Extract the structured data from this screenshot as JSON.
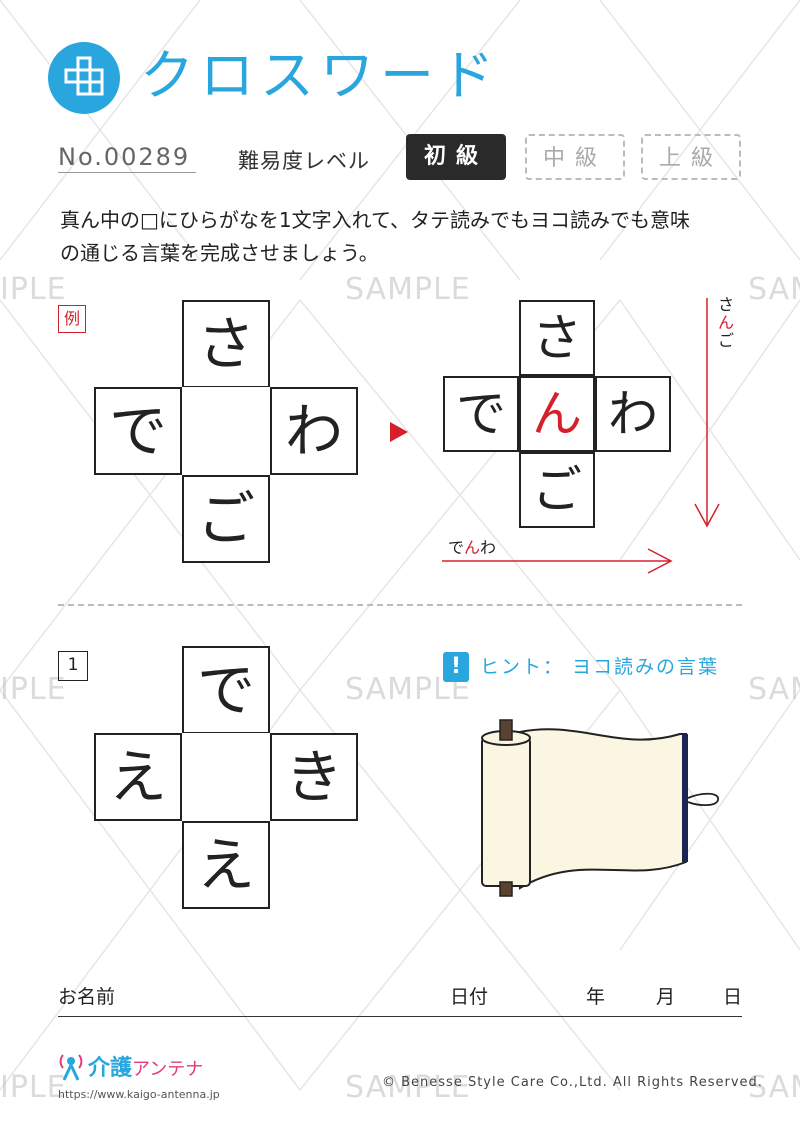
{
  "header": {
    "title": "クロスワード",
    "puzzle_no": "No.00289",
    "level_label": "難易度レベル",
    "levels": [
      "初級",
      "中級",
      "上級"
    ]
  },
  "instructions": [
    "真ん中の□にひらがなを1文字入れて、タテ読みでもヨコ読みでも意味",
    "の通じる言葉を完成させましょう。"
  ],
  "example": {
    "badge": "例",
    "puzzle": {
      "top": "さ",
      "left": "で",
      "right": "わ",
      "bottom": "ご"
    },
    "solved": {
      "top": "さ",
      "left": "で",
      "center": "ん",
      "right": "わ",
      "bottom": "ご"
    },
    "vertical_word": [
      "さ",
      "ん",
      "ご"
    ],
    "horizontal_word": [
      "で",
      "ん",
      "わ"
    ]
  },
  "question": {
    "badge": "1",
    "top": "で",
    "left": "え",
    "right": "き",
    "bottom": "え",
    "hint_icon": "!",
    "hint": "ヒント： ヨコ読みの言葉"
  },
  "watermark": "SAMPLE",
  "watermark_partial": "IPLE",
  "watermark_partial_right": "SAM",
  "name_row": {
    "name": "お名前",
    "date": "日付",
    "year": "年",
    "month": "月",
    "day": "日"
  },
  "footer": {
    "brand": "介護",
    "brand_sub": "アンテナ",
    "url": "https://www.kaigo-antenna.jp",
    "copyright": "© Benesse Style Care Co.,Ltd. All Rights Reserved."
  },
  "colors": {
    "accent": "#2aa6df",
    "red": "#d5202b",
    "brand_pink": "#e23a7d"
  }
}
